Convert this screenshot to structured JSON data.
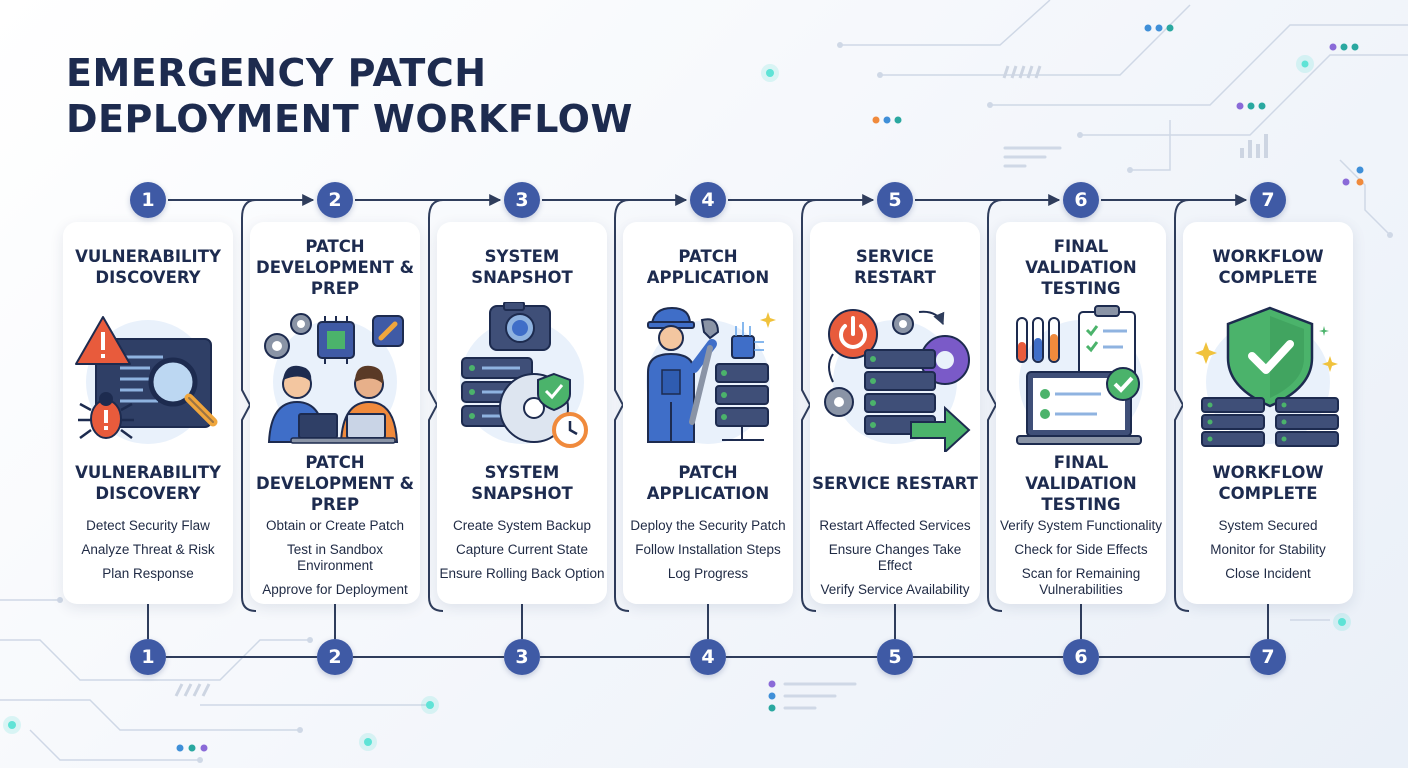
{
  "header": {
    "title_line1": "EMERGENCY PATCH",
    "title_line2": "DEPLOYMENT WORKFLOW"
  },
  "colors": {
    "accent": "#3f5aa5",
    "title": "#1d2b4f",
    "connector": "#2f3d5c",
    "danger": "#e85b3c",
    "success": "#4bb36b",
    "teal_glow": "#5fe3d6"
  },
  "steps": [
    {
      "number": "1",
      "title": "VULNERABILITY DISCOVERY",
      "subtitle": "VULNERABILITY DISCOVERY",
      "items": [
        "Detect Security Flaw",
        "Analyze Threat & Risk",
        "Plan Response"
      ],
      "icon": "vulnerability-search-icon"
    },
    {
      "number": "2",
      "title": "PATCH DEVELOPMENT & PREP",
      "subtitle": "PATCH DEVELOPMENT & PREP",
      "items": [
        "Obtain or Create Patch",
        "Test in Sandbox Environment",
        "Approve for Deployment"
      ],
      "icon": "developers-at-laptops-icon"
    },
    {
      "number": "3",
      "title": "SYSTEM SNAPSHOT",
      "subtitle": "SYSTEM SNAPSHOT",
      "items": [
        "Create System Backup",
        "Capture Current State",
        "Ensure Rolling Back Option"
      ],
      "icon": "server-snapshot-icon"
    },
    {
      "number": "4",
      "title": "PATCH APPLICATION",
      "subtitle": "PATCH APPLICATION",
      "items": [
        "Deploy the Security Patch",
        "Follow Installation Steps",
        "Log Progress"
      ],
      "icon": "technician-with-wrench-icon"
    },
    {
      "number": "5",
      "title": "SERVICE RESTART",
      "subtitle": "SERVICE RESTART",
      "items": [
        "Restart Affected Services",
        "Ensure Changes Take Effect",
        "Verify Service Availability"
      ],
      "icon": "power-restart-server-icon"
    },
    {
      "number": "6",
      "title": "FINAL VALIDATION TESTING",
      "subtitle": "FINAL VALIDATION TESTING",
      "items": [
        "Verify System Functionality",
        "Check for Side Effects",
        "Scan for Remaining Vulnerabilities"
      ],
      "icon": "validation-checklist-icon"
    },
    {
      "number": "7",
      "title": "WORKFLOW COMPLETE",
      "subtitle": "WORKFLOW COMPLETE",
      "items": [
        "System Secured",
        "Monitor for Stability",
        "Close Incident"
      ],
      "icon": "secured-shield-check-icon"
    }
  ]
}
